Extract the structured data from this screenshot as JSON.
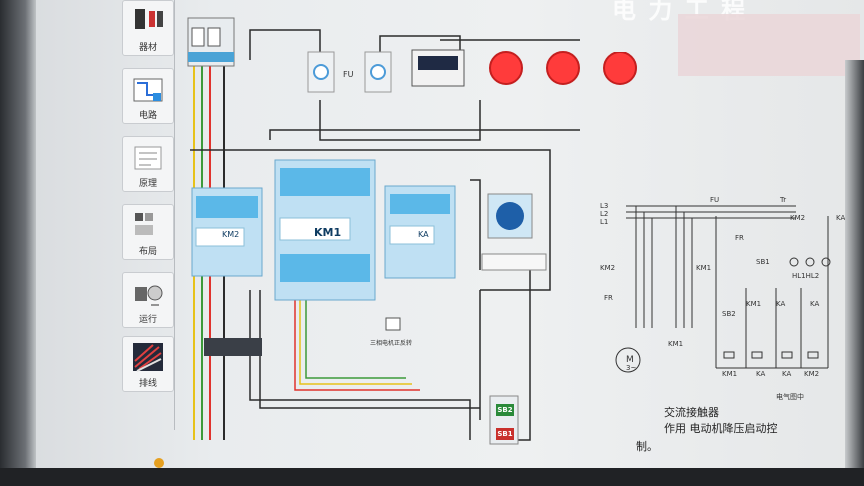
{
  "watermark": "电 力 工 程",
  "sidebar": {
    "items": [
      {
        "label": "器材",
        "icon": "components-icon"
      },
      {
        "label": "电路",
        "icon": "circuit-icon"
      },
      {
        "label": "原理",
        "icon": "principle-icon"
      },
      {
        "label": "布局",
        "icon": "layout-icon"
      },
      {
        "label": "运行",
        "icon": "run-icon"
      },
      {
        "label": "排线",
        "icon": "wiring-icon"
      }
    ]
  },
  "wiring_panel": {
    "fuse_label": "FU",
    "contactor_main": "KM1",
    "contactor_left": "KM2",
    "relay_right": "KA",
    "button_top": "SB2",
    "button_bottom": "SB1",
    "small_note": "三相电机正反转"
  },
  "schematic": {
    "labels": [
      "L3",
      "L2",
      "L1",
      "FU",
      "Tr",
      "KM2",
      "KA",
      "FR",
      "SB1",
      "KM2",
      "KM1",
      "HL1HL2",
      "SB2",
      "KM1",
      "KA",
      "KA",
      "FR",
      "KM1",
      "M",
      "3~",
      "KM1",
      "KA",
      "KA",
      "KM2"
    ],
    "caption_title": "交流接触器",
    "caption_use": "作用  电动机降压启动控",
    "caption_extra": "制。",
    "diagram_caption": "电气图中"
  },
  "colors": {
    "lamp_red": "#ff3b3b",
    "contactor_blue": "#5bb8e8",
    "wire_dark": "#2b2b2b",
    "wire_yellow": "#e7c21a",
    "wire_red": "#e0332d",
    "wire_green": "#3c9a3a"
  }
}
